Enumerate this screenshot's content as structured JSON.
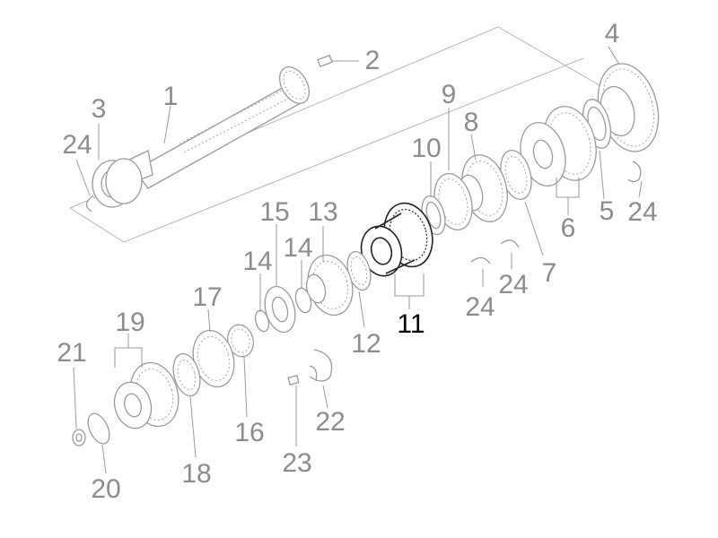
{
  "diagram": {
    "colors": {
      "line": "#9a9a9a",
      "label": "#8c8c8c",
      "highlight": "#000000",
      "background": "#ffffff"
    },
    "highlighted_part": "11",
    "labels": {
      "p1": "1",
      "p2": "2",
      "p3": "3",
      "p4": "4",
      "p5": "5",
      "p6": "6",
      "p7": "7",
      "p8": "8",
      "p9": "9",
      "p10": "10",
      "p11": "11",
      "p12": "12",
      "p13": "13",
      "p14a": "14",
      "p14b": "14",
      "p15": "15",
      "p16": "16",
      "p17": "17",
      "p18": "18",
      "p19": "19",
      "p20": "20",
      "p21": "21",
      "p22": "22",
      "p23": "23",
      "p24a": "24",
      "p24b": "24",
      "p24c": "24",
      "p24d": "24"
    }
  }
}
